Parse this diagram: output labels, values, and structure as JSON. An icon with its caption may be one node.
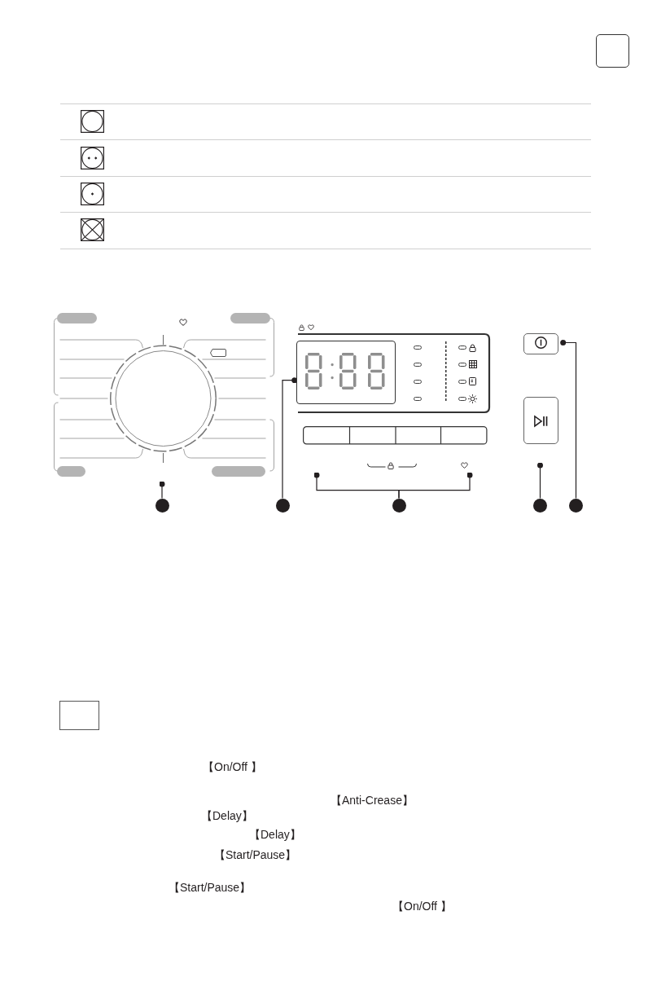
{
  "diagram": {
    "nodes": [
      {
        "text": [],
        "shape": "circle"
      },
      {
        "text": [],
        "shape": "box"
      },
      {
        "text": [],
        "shape": "box"
      },
      {
        "text": [],
        "shape": "box"
      },
      {
        "text": [],
        "shape": "box"
      },
      {
        "text": [],
        "shape": "circle"
      },
      {
        "text": [],
        "shape": "circle"
      },
      {
        "text": [],
        "shape": "circle"
      },
      {
        "text": [],
        "shape": "circle"
      },
      {
        "text": [],
        "shape": "circle"
      }
    ],
    "edges": [
      {
        "from": 5,
        "to": 0,
        "arrow": "other"
      },
      {
        "from": 6,
        "to": 1,
        "arrow": "other"
      },
      {
        "from": 7,
        "to": 2,
        "arrow": "other"
      },
      {
        "from": 8,
        "to": 3,
        "arrow": "other"
      },
      {
        "from": 9,
        "to": 4,
        "arrow": "other"
      }
    ],
    "labels": [
      "【On/Off 】",
      "【Anti-Crease】",
      "【Delay】",
      "【Delay】",
      "【Start/Pause】",
      "【Start/Pause】",
      "【On/Off 】"
    ]
  }
}
